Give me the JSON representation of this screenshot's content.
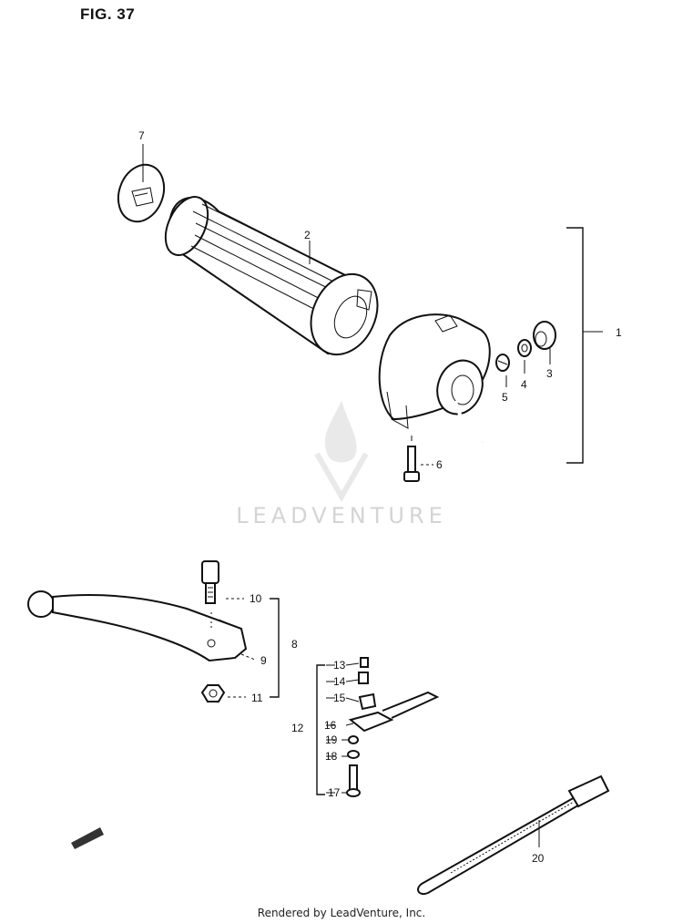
{
  "figure": {
    "title": "FIG. 37"
  },
  "watermark": {
    "text": "LEADVENTURE"
  },
  "footer": {
    "text": "Rendered by LeadVenture, Inc."
  },
  "callouts": [
    {
      "id": "1",
      "label": "1"
    },
    {
      "id": "2",
      "label": "2"
    },
    {
      "id": "3",
      "label": "3"
    },
    {
      "id": "4",
      "label": "4"
    },
    {
      "id": "5",
      "label": "5"
    },
    {
      "id": "6",
      "label": "6"
    },
    {
      "id": "7",
      "label": "7"
    },
    {
      "id": "8",
      "label": "8"
    },
    {
      "id": "9",
      "label": "9"
    },
    {
      "id": "10",
      "label": "10"
    },
    {
      "id": "11",
      "label": "11"
    },
    {
      "id": "12",
      "label": "12"
    },
    {
      "id": "13",
      "label": "13"
    },
    {
      "id": "14",
      "label": "14"
    },
    {
      "id": "15",
      "label": "15"
    },
    {
      "id": "16",
      "label": "16"
    },
    {
      "id": "17",
      "label": "17"
    },
    {
      "id": "18",
      "label": "18"
    },
    {
      "id": "19",
      "label": "19"
    },
    {
      "id": "20",
      "label": "20"
    }
  ]
}
